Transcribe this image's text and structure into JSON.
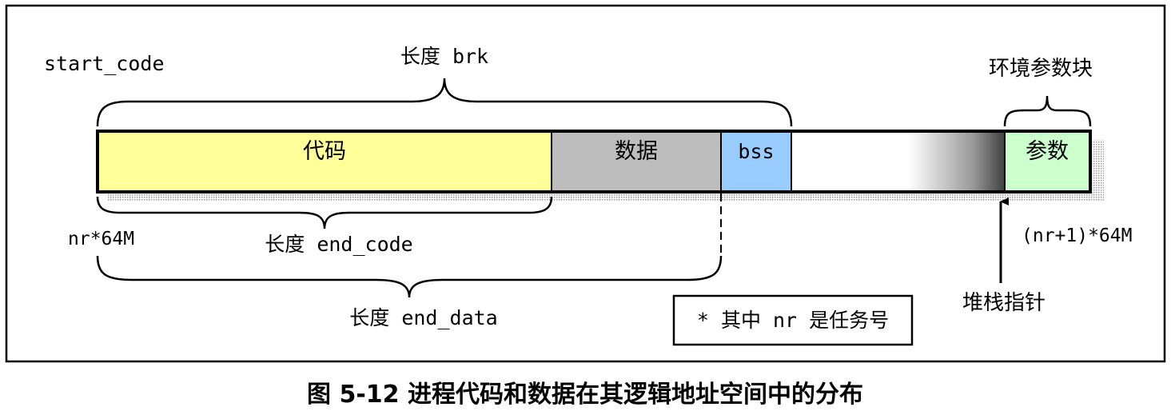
{
  "labels": {
    "start_code": "start_code",
    "len_brk": "长度 brk",
    "env_block": "环境参数块",
    "seg_code": "代码",
    "seg_data": "数据",
    "seg_bss": "bss",
    "seg_params": "参数",
    "nr64m": "nr*64M",
    "len_end_code": "长度 end_code",
    "nr1_64m": "(nr+1)*64M",
    "len_end_data": "长度 end_data",
    "note": "* 其中 nr 是任务号",
    "stack_pointer": "堆栈指针"
  },
  "caption": "图 5-12 进程代码和数据在其逻辑地址空间中的分布",
  "colors": {
    "code_fill": "#ffff99",
    "data_fill": "#bdbdbd",
    "bss_fill": "#99ccff",
    "params_fill": "#ccffcc",
    "stroke": "#000000"
  }
}
